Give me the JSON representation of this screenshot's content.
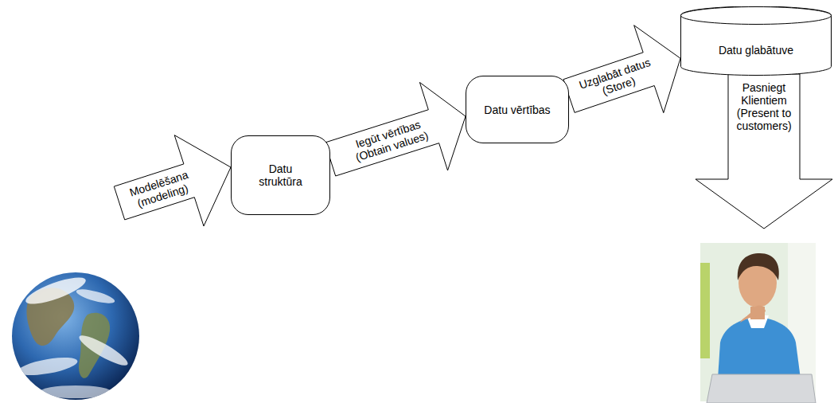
{
  "diagram": {
    "nodes": [
      {
        "text": [
          "Datu struktūra"
        ]
      },
      {
        "text": [
          "Datu vērtības"
        ]
      },
      {
        "text": [
          "Datu glabātuve"
        ]
      }
    ],
    "edges": [
      {
        "from": 0,
        "to": 1,
        "arrow": "to",
        "label": "Iegūt vērtības (Obtain values)"
      },
      {
        "from": 1,
        "to": 2,
        "arrow": "to",
        "label": "Uzglabāt datus (Store)"
      }
    ],
    "labels": [
      "Modelēšana (modeling)",
      "Pasniegt Klientiem (Present to customers)"
    ]
  }
}
